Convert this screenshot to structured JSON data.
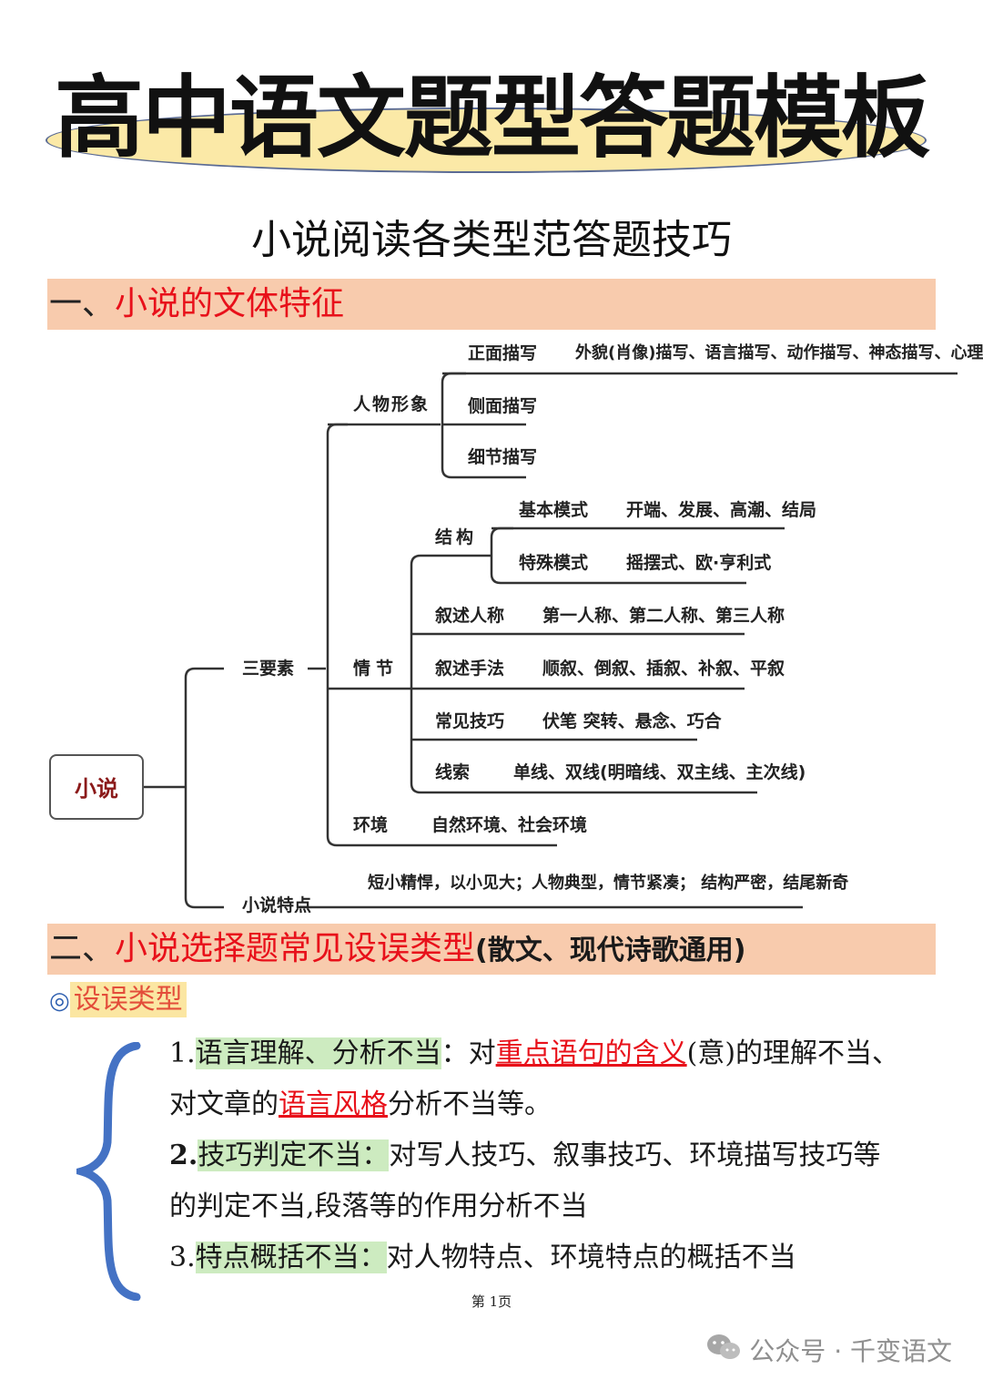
{
  "header": {
    "title": "高中语文题型答题模板",
    "subtitle": "小说阅读各类型范答题技巧"
  },
  "section1": {
    "num": "一、",
    "title": "小说的文体特征"
  },
  "mindmap": {
    "root": "小说",
    "three_elements": "三要素",
    "character": {
      "label": "人物形象",
      "front": "正面描写",
      "front_detail": "外貌(肖像)描写、语言描写、动作描写、神态描写、心理描写",
      "side": "侧面描写",
      "detail": "细节描写"
    },
    "plot": {
      "label": "情节",
      "structure": "结构",
      "basic": "基本模式",
      "basic_detail": "开端、发展、高潮、结局",
      "special": "特殊模式",
      "special_detail": "摇摆式、欧·亨利式",
      "person": "叙述人称",
      "person_detail": "第一人称、第二人称、第三人称",
      "method": "叙述手法",
      "method_detail": "顺叙、倒叙、插叙、补叙、平叙",
      "skill": "常见技巧",
      "skill_detail": "伏笔  突转、悬念、巧合",
      "clue": "线索",
      "clue_detail": "单线、双线(明暗线、双主线、主次线)"
    },
    "environment": {
      "label": "环境",
      "detail": "自然环境、社会环境"
    },
    "features": {
      "label": "小说特点",
      "detail": "短小精悍，以小见大；人物典型，情节紧凑；   结构严密，结尾新奇"
    }
  },
  "section2": {
    "num": "二、",
    "title": "小说选择题常见设误类型",
    "tail": "(散文、现代诗歌通用)"
  },
  "errors": {
    "icon": "◎",
    "label": "设误类型",
    "item1": {
      "num": "1.",
      "head": "语言理解、分析不当",
      "colon": "：",
      "t1": "对",
      "red1": "重点语句的含义",
      "t2": "(意)的理解不当、",
      "t3": "对文章的",
      "red2": "语言风格",
      "t4": "分析不当等。"
    },
    "item2": {
      "num": "2.",
      "head": "技巧判定不当：",
      "t1": "对写人技巧、叙事技巧、环境描写技巧等",
      "t2": "的判定不当,段落等的作用分析不当"
    },
    "item3": {
      "num": "3.",
      "head": "特点概括不当：",
      "t1": "对人物特点、环境特点的概括不当"
    }
  },
  "footer": {
    "page": "第 1页",
    "watermark": "公众号 · 千变语文"
  },
  "colors": {
    "section_bg": "#f8cbad",
    "title_red": "#e8101a",
    "brace_blue": "#4472c4",
    "highlight_green": "#cdebc0"
  }
}
